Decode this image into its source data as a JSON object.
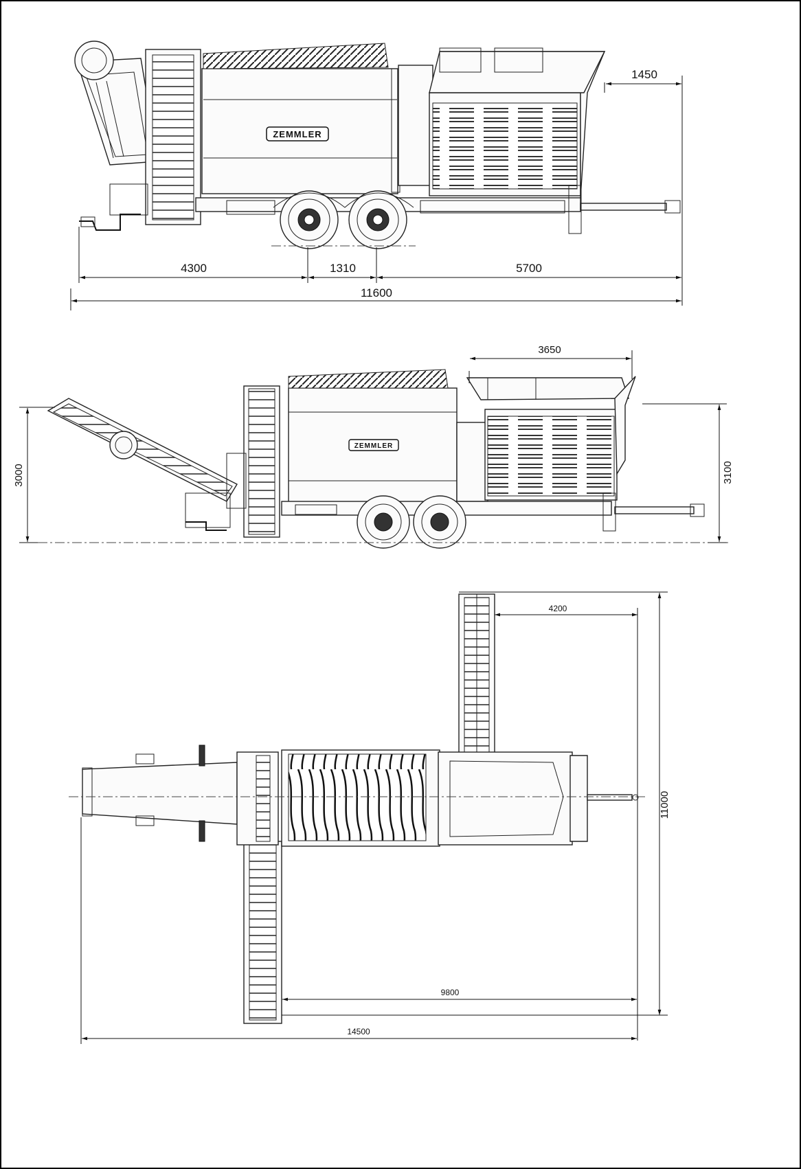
{
  "drawing": {
    "brand": "ZEMMLER",
    "side_view_transport": {
      "dimensions": {
        "hopper_overhang": "1450",
        "front_to_axle": "4300",
        "axle_spacing": "1310",
        "axle_to_rear": "5700",
        "overall_length": "11600"
      }
    },
    "side_view_working": {
      "dimensions": {
        "hopper_length": "3650",
        "height_left": "3000",
        "height_right": "3100"
      }
    },
    "top_view": {
      "dimensions": {
        "side_conveyor_offset": "4200",
        "overall_width": "11000",
        "side_conveyor_reach": "9800",
        "overall_length": "14500"
      }
    }
  }
}
